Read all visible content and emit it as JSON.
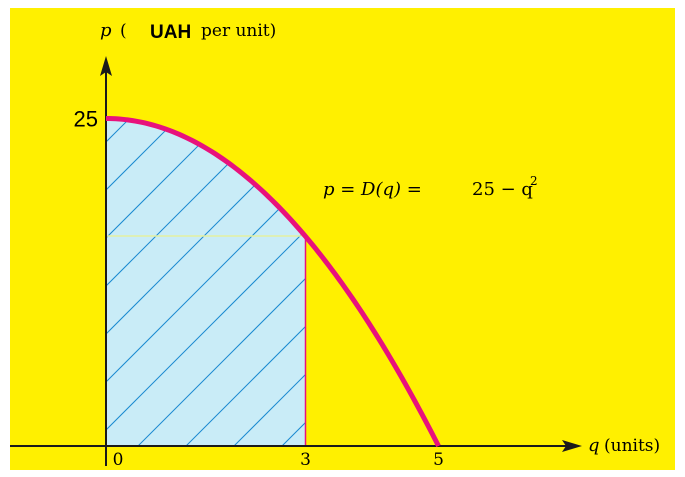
{
  "chart_data": {
    "type": "area",
    "function": {
      "label_lhs": "p = D(q) =",
      "label_rhs": "25 − q",
      "label_exp": "2",
      "coefficients": {
        "constant": 25,
        "q_squared": -1
      },
      "domain": [
        0,
        5
      ]
    },
    "shaded_region": {
      "from": 0,
      "to": 3,
      "fill": "#c9ecf7",
      "hatch": "#1a8ad0"
    },
    "x_axis": {
      "symbol": "q",
      "label": "(units)",
      "ticks": [
        {
          "value": 0,
          "label": "0"
        },
        {
          "value": 3,
          "label": "3"
        },
        {
          "value": 5,
          "label": "5"
        }
      ]
    },
    "y_axis": {
      "symbol": "p",
      "label_open": "(",
      "label_currency": "UAH",
      "label_rest": "per unit)",
      "ticks": [
        {
          "value": 25,
          "label": "25"
        }
      ]
    },
    "colors": {
      "background": "#fff000",
      "curve": "#e8127c",
      "axes": "#1a1a1a",
      "vertical_line": "#e8127c",
      "faint_line": "#e4f0a0"
    }
  }
}
